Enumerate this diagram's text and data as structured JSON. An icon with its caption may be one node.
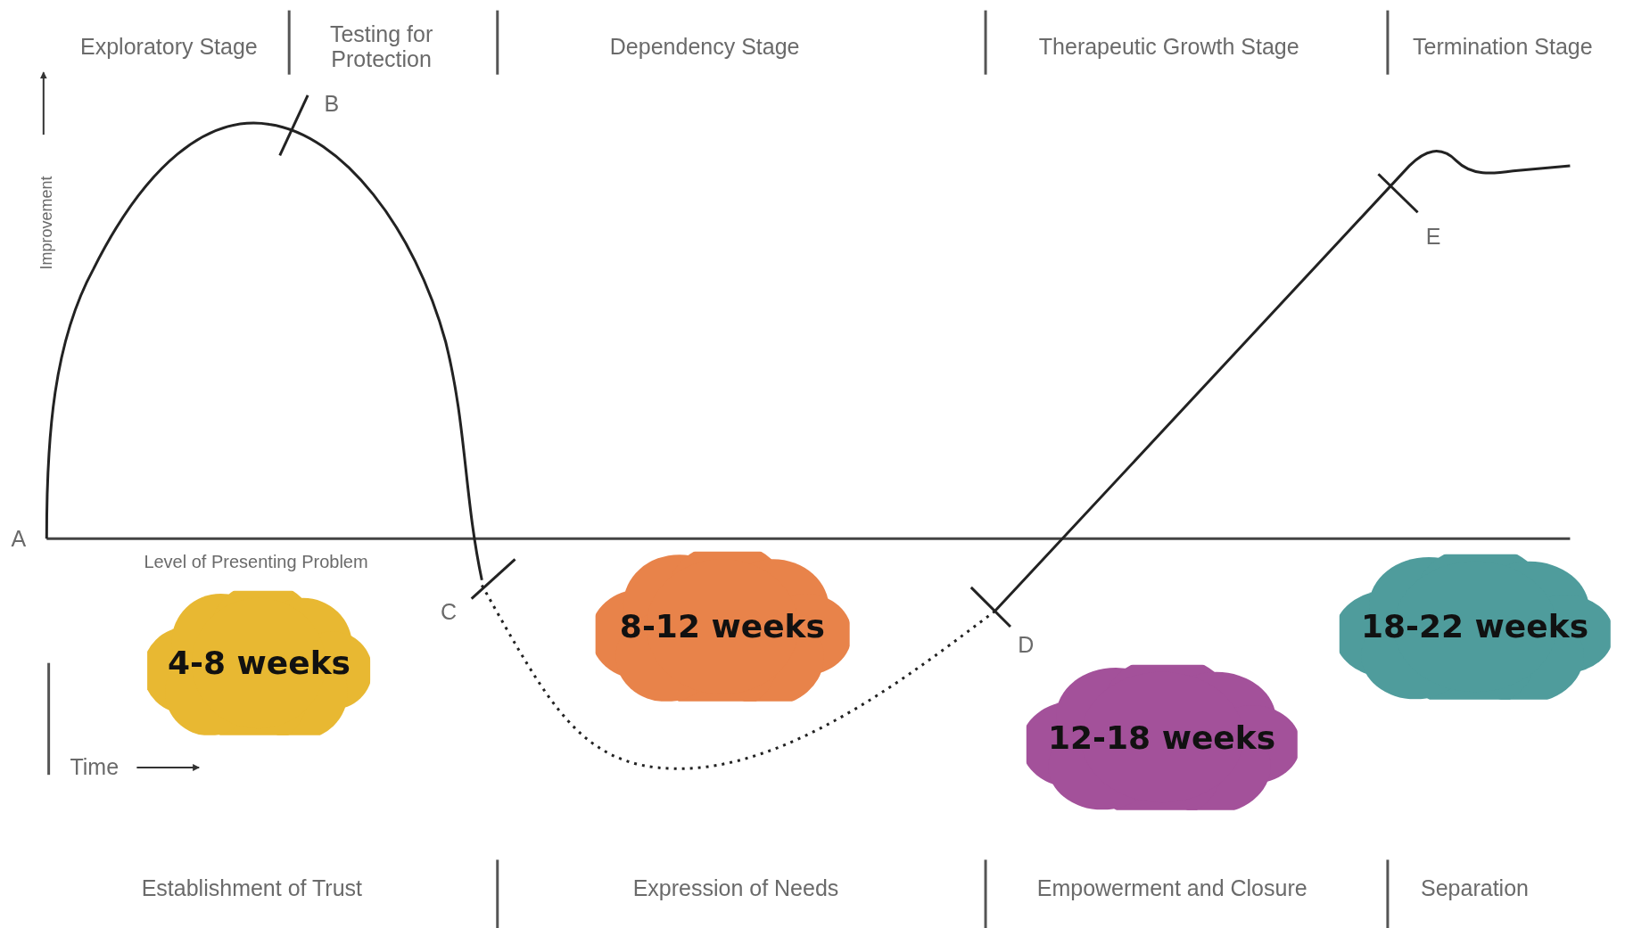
{
  "diagram": {
    "nodes": [
      {
        "text": [
          "4-8 weeks"
        ]
      },
      {
        "text": [
          "8-12 weeks"
        ]
      },
      {
        "text": [
          "12-18 weeks"
        ]
      },
      {
        "text": [
          "18-22 weeks"
        ]
      }
    ],
    "labels": [
      "Exploratory Stage",
      "Testing for Protection",
      "Dependency Stage",
      "Therapeutic Growth Stage",
      "Termination Stage",
      "B",
      "Improvement",
      "E",
      "A",
      "Level of Presenting Problem",
      "C",
      "D",
      "Time",
      "Establishment of Trust",
      "Expression of Needs",
      "Empowerment and Closure",
      "Separation"
    ]
  }
}
